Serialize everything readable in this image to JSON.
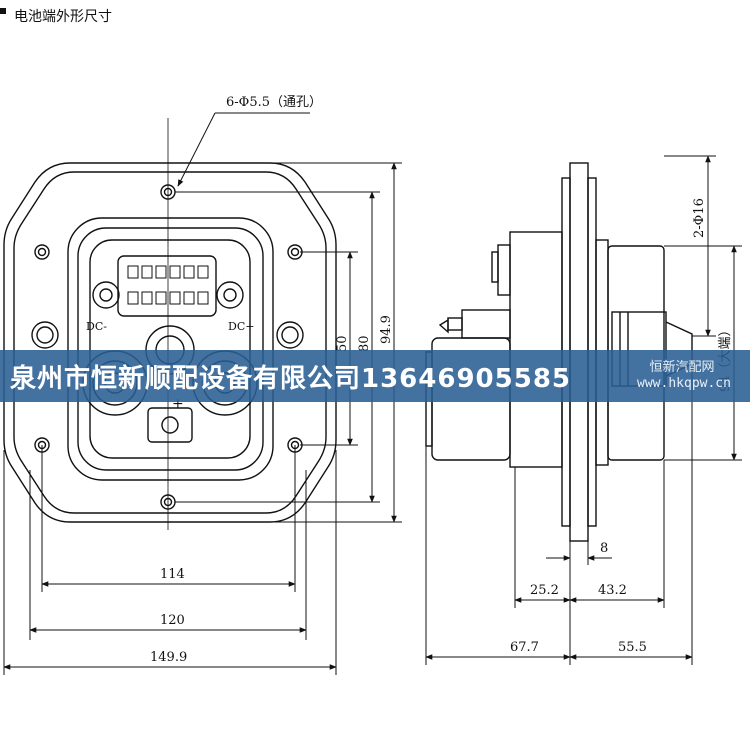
{
  "title": "电池端外形尺寸",
  "callouts": {
    "holes": "6-Φ5.5（通孔）",
    "pins": "2-Φ16",
    "max_dim": "94（大端）"
  },
  "front_view": {
    "labels": {
      "dc_minus": "DC-",
      "dc_plus": "DC+",
      "plus_sign": "+"
    },
    "dimensions": {
      "w114": "114",
      "w120": "120",
      "w149": "149.9",
      "h50": "50",
      "h80": "80",
      "h94": "94.9"
    }
  },
  "side_view": {
    "dimensions": {
      "d8": "8",
      "d25": "25.2",
      "d43": "43.2",
      "d67": "67.7",
      "d55": "55.5"
    }
  },
  "watermark": {
    "company": "泉州市恒新顺配设备有限公司13646905585",
    "logo_text": "恒新汽配网",
    "url": "www.hkqpw.cn"
  },
  "colors": {
    "line": "#111111",
    "band": "#2a5f93",
    "band_text": "#ffffff"
  }
}
